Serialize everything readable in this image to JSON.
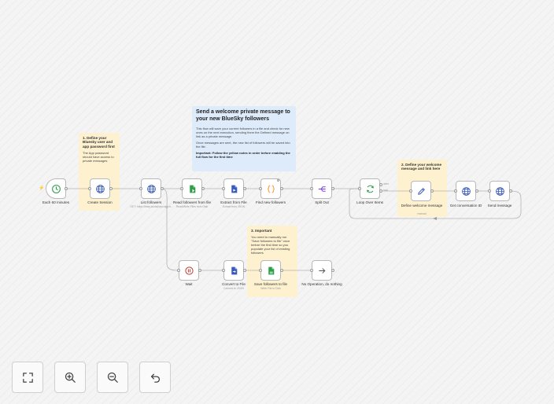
{
  "notes": {
    "intro": {
      "title": "Send a welcome private message to your new BlueSky followers",
      "body1": "This flow will save your current followers in a file and check for new ones on the next execution, sending them the Defined message on link as a private message.",
      "body2": "Once messages are sent, the new list of followers will be saved into the file.",
      "important": "Important: Follow the yellow notes in order before enabling the full flow for the first time"
    },
    "step1": {
      "title": "1. Define your Bluesky user and app password first",
      "body": "The App password should have access to private messages"
    },
    "step2": {
      "title": "2. Define your welcome message and link here"
    },
    "step3": {
      "title": "3. Important",
      "body": "You need to manually run \"Save followers to file\" once before the first time so you populate your list of existing followers"
    }
  },
  "nodes": {
    "schedule": {
      "label": "Each 60 minutes",
      "icon": "clock-icon"
    },
    "create_session": {
      "label": "Create Session",
      "icon": "globe-icon"
    },
    "list_followers": {
      "label": "List followers",
      "sub": "GET: https://bsky.social/xrpc/app.b…",
      "icon": "globe-icon"
    },
    "read_followers": {
      "label": "Read followers from file",
      "sub": "Read/Write Files from Disk",
      "icon": "file-read-icon"
    },
    "extract_file": {
      "label": "Extract from File",
      "sub": "Extract from JSON",
      "icon": "file-extract-icon"
    },
    "find_new": {
      "label": "Find new followers",
      "icon": "code-braces-icon"
    },
    "split_out": {
      "label": "Split Out",
      "icon": "split-icon"
    },
    "loop": {
      "label": "Loop Over Items",
      "icon": "loop-icon",
      "out_done": "done",
      "out_loop": "loop"
    },
    "define_message": {
      "label": "Define welcome message",
      "sub": "manual",
      "icon": "pencil-icon"
    },
    "get_convo": {
      "label": "Get conversation ID",
      "icon": "globe-icon"
    },
    "send_message": {
      "label": "Send message",
      "icon": "globe-icon"
    },
    "wait": {
      "label": "Wait",
      "icon": "pause-icon"
    },
    "convert": {
      "label": "Convert to File",
      "sub": "Convert to JSON",
      "icon": "file-convert-icon"
    },
    "save_followers": {
      "label": "Save followers to file",
      "sub": "Write File to Disk",
      "icon": "file-save-icon"
    },
    "noop": {
      "label": "No Operation, do nothing",
      "icon": "arrow-right-icon"
    }
  },
  "colors": {
    "green": "#2e9e4a",
    "blue": "#3a5ab8",
    "purple": "#7b3fe4",
    "orange": "#ff9a3c",
    "red": "#c0392b",
    "gray": "#555555"
  },
  "controls": {
    "fit": "fit-view-icon",
    "zoom_in": "zoom-in-icon",
    "zoom_out": "zoom-out-icon",
    "undo": "undo-icon"
  }
}
